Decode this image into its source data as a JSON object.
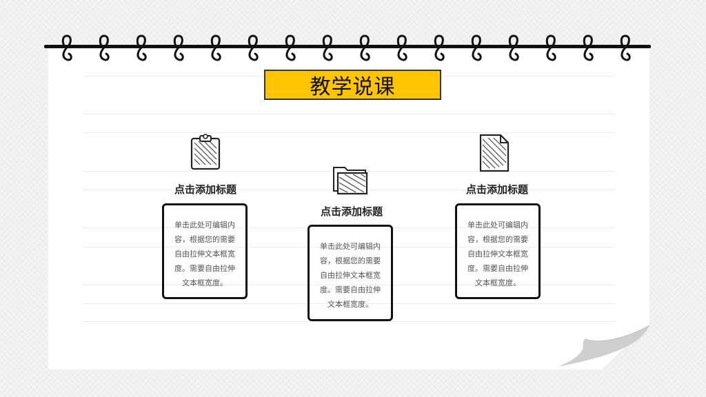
{
  "slide": {
    "title": "教学说课",
    "accent_color": "#fdc400",
    "rings_icon": "spiral-ring-icon"
  },
  "cards": [
    {
      "icon": "clipboard-icon",
      "title": "点击添加标题",
      "body": "单击此处可编辑内容，根据您的需要自由拉伸文本框宽度。需要自由拉伸文本框宽度。"
    },
    {
      "icon": "folder-icon",
      "title": "点击添加标题",
      "body": "单击此处可编辑内容，根据您的需要自由拉伸文本框宽度。需要自由拉伸文本框宽度。"
    },
    {
      "icon": "document-icon",
      "title": "点击添加标题",
      "body": "单击此处可编辑内容，根据您的需要自由拉伸文本框宽度。需要自由拉伸文本框宽度。"
    }
  ]
}
